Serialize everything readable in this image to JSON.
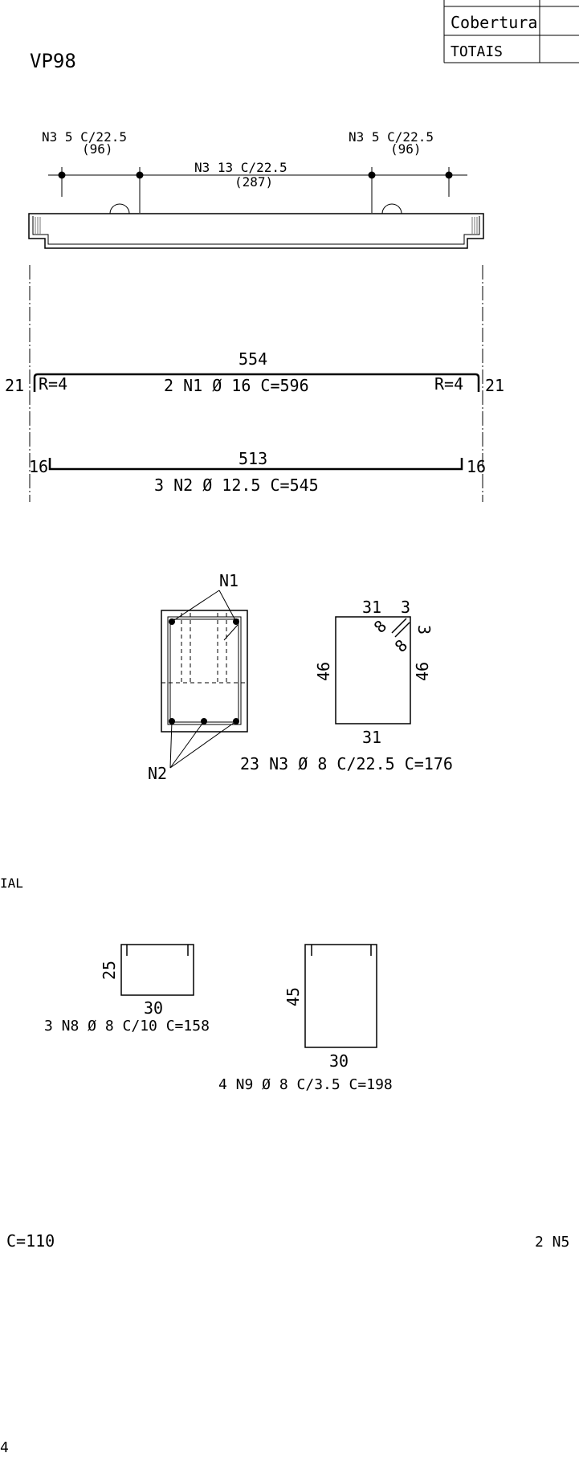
{
  "table": {
    "rows": [
      "Cobertura",
      "TOTAIS"
    ]
  },
  "beam_title": "VP98",
  "elevation": {
    "left_stirrups": {
      "line1": "N3 5 C/22.5",
      "line2": "(96)"
    },
    "middle_stirrups": {
      "line1": "N3 13 C/22.5",
      "line2": "(287)"
    },
    "right_stirrups": {
      "line1": "N3 5 C/22.5",
      "line2": "(96)"
    }
  },
  "bar_n1": {
    "length": "554",
    "label": "2 N1 Ø 16 C=596",
    "hook_left": "21",
    "hook_right": "21",
    "radius_left": "R=4",
    "radius_right": "R=4"
  },
  "bar_n2": {
    "length": "513",
    "label": "3 N2 Ø 12.5 C=545",
    "hook_left": "16",
    "hook_right": "16"
  },
  "section": {
    "callout_top": "N1",
    "callout_bottom": "N2"
  },
  "stirrup_n3": {
    "top_width": "31",
    "top_hook": "3",
    "hook_side": "3",
    "bend_1": "8",
    "bend_2": "8",
    "left_height": "46",
    "right_height": "46",
    "bottom_width": "31",
    "label": "23 N3 Ø 8 C/22.5 C=176"
  },
  "partial_text": "IAL",
  "stirrup_n8": {
    "height": "25",
    "width": "30",
    "label": "3 N8 Ø 8 C/10 C=158"
  },
  "stirrup_n9": {
    "height": "45",
    "width": "30",
    "label": "4 N9 Ø 8 C/3.5 C=198"
  },
  "bottom_left_text": "C=110",
  "bottom_right_text": "2 N5",
  "corner_text": "4"
}
